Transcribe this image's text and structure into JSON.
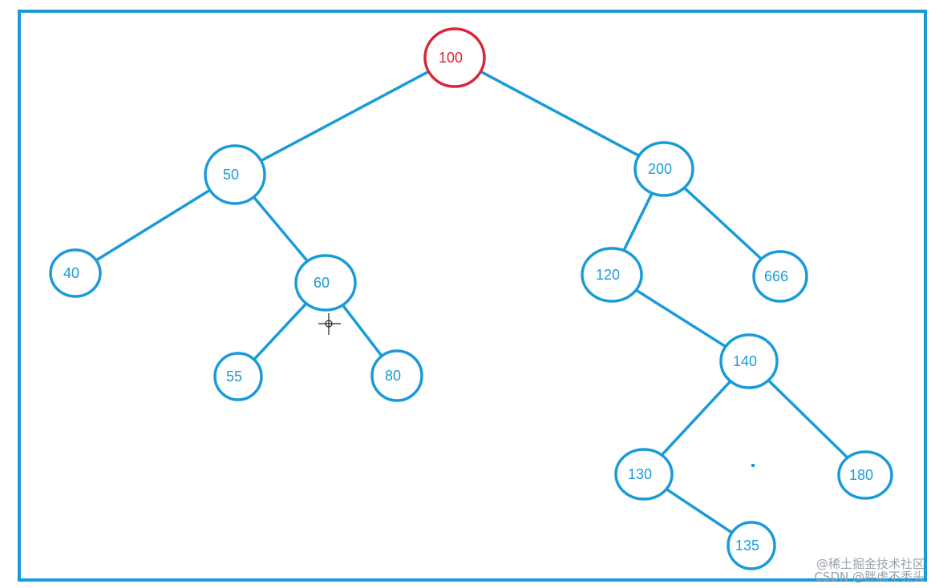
{
  "diagram": {
    "title": "",
    "colors": {
      "edge": "#1a9bd7",
      "node": "#1a9bd7",
      "root": "#d9263a",
      "frame": "#1a9bd7"
    },
    "nodes": [
      {
        "id": "n100",
        "label": "100",
        "root": true
      },
      {
        "id": "n50",
        "label": "50"
      },
      {
        "id": "n200",
        "label": "200"
      },
      {
        "id": "n40",
        "label": "40"
      },
      {
        "id": "n60",
        "label": "60"
      },
      {
        "id": "n55",
        "label": "55"
      },
      {
        "id": "n80",
        "label": "80"
      },
      {
        "id": "n120",
        "label": "120"
      },
      {
        "id": "n666",
        "label": "666"
      },
      {
        "id": "n140",
        "label": "140"
      },
      {
        "id": "n130",
        "label": "130"
      },
      {
        "id": "n180",
        "label": "180"
      },
      {
        "id": "n135",
        "label": "135"
      }
    ],
    "edges": [
      {
        "from": "n100",
        "to": "n50"
      },
      {
        "from": "n100",
        "to": "n200"
      },
      {
        "from": "n50",
        "to": "n40"
      },
      {
        "from": "n50",
        "to": "n60"
      },
      {
        "from": "n60",
        "to": "n55"
      },
      {
        "from": "n60",
        "to": "n80"
      },
      {
        "from": "n200",
        "to": "n120"
      },
      {
        "from": "n200",
        "to": "n666"
      },
      {
        "from": "n120",
        "to": "n140"
      },
      {
        "from": "n140",
        "to": "n130"
      },
      {
        "from": "n140",
        "to": "n180"
      },
      {
        "from": "n130",
        "to": "n135"
      }
    ]
  },
  "watermark": {
    "line1": "@稀土掘金技术社区",
    "line2": "CSDN @胖虎不秃头"
  }
}
